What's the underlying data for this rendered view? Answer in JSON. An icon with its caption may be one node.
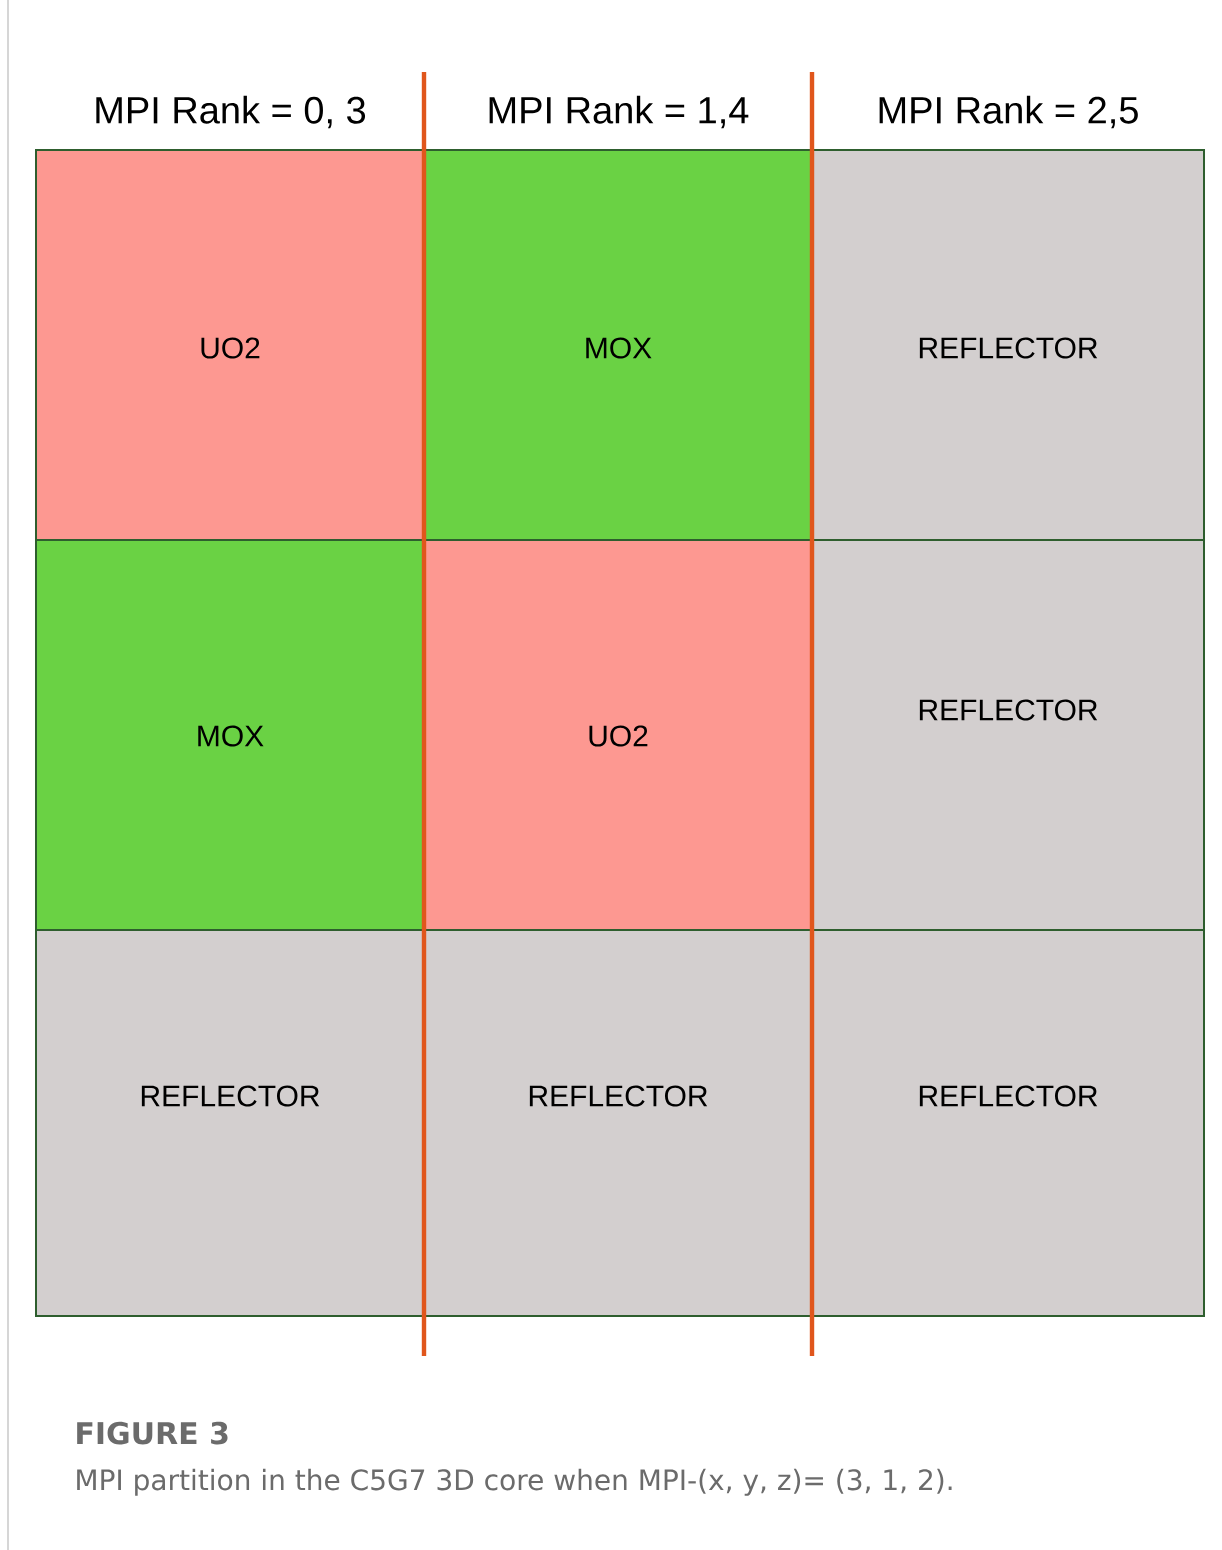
{
  "diagram": {
    "title": "FIGURE 3",
    "caption": "MPI partition in the C5G7 3D core when MPI-(x, y, z)= (3, 1, 2).",
    "nodes": [
      {
        "text": [
          "UO2"
        ]
      },
      {
        "text": [
          "MOX"
        ]
      },
      {
        "text": [
          "REFLECTOR"
        ]
      },
      {
        "text": [
          "MOX"
        ]
      },
      {
        "text": [
          "UO2"
        ]
      },
      {
        "text": [
          "REFLECTOR"
        ]
      },
      {
        "text": [
          "REFLECTOR"
        ]
      },
      {
        "text": [
          "REFLECTOR"
        ]
      },
      {
        "text": [
          "REFLECTOR"
        ]
      }
    ],
    "edges": [],
    "labels": [
      "MPI Rank = 0, 3",
      "MPI Rank = 1,4",
      "MPI Rank = 2,5"
    ]
  }
}
